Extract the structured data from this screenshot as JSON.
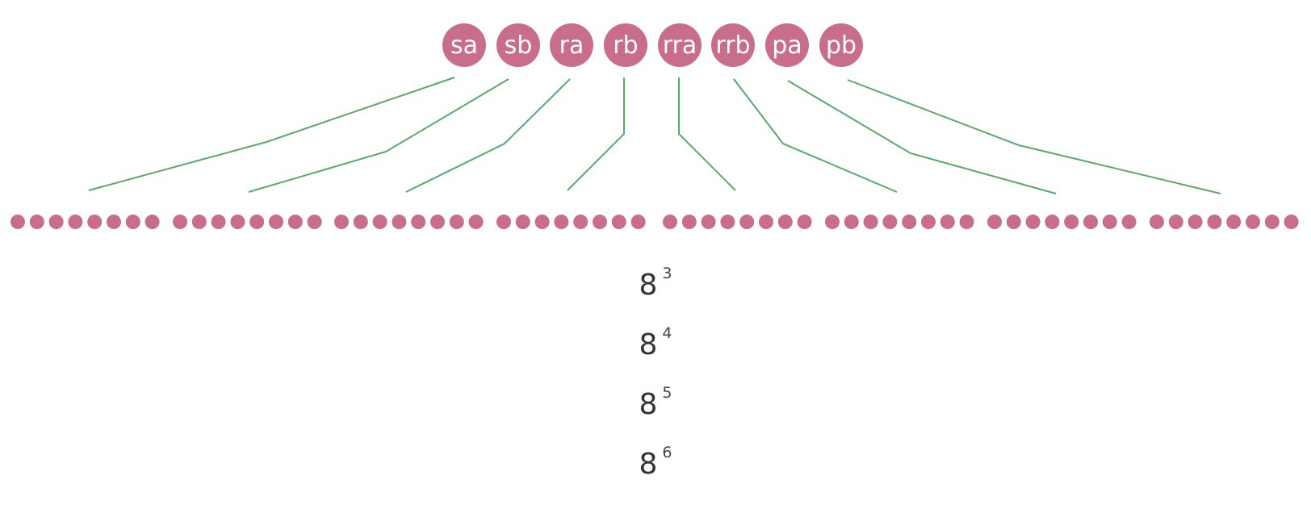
{
  "colors": {
    "node": "#c86d8a",
    "connector": "#5aa96a",
    "text": "#333333"
  },
  "nodes": [
    "sa",
    "sb",
    "ra",
    "rb",
    "rra",
    "rrb",
    "pa",
    "pb"
  ],
  "dot_groups": {
    "count": 8,
    "dots_per_group": 8
  },
  "powers": [
    {
      "base": "8",
      "exp": "3"
    },
    {
      "base": "8",
      "exp": "4"
    },
    {
      "base": "8",
      "exp": "5"
    },
    {
      "base": "8",
      "exp": "6"
    }
  ]
}
